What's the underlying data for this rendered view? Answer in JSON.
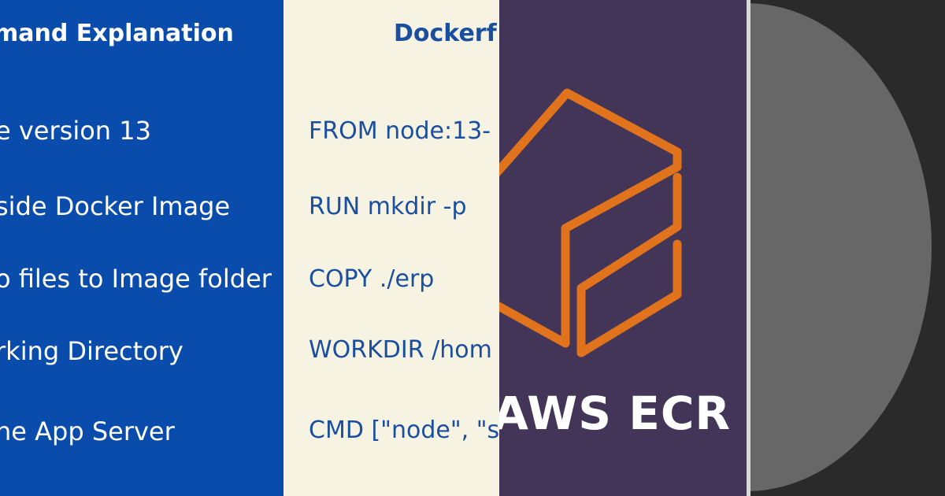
{
  "panel1": {
    "title": "mand Explanation",
    "rows": [
      "e version 13",
      "side Docker Image",
      "o files to Image folder",
      "rking Directory",
      "he App Server"
    ]
  },
  "panel2": {
    "title": "Dockerf",
    "rows": [
      "FROM node:13-",
      "RUN mkdir -p",
      "COPY    ./erp",
      "WORKDIR /hom",
      "CMD [\"node\", \"s"
    ]
  },
  "panel3": {
    "label": "AWS ECR",
    "logo_icon": "aws-ecr-cube-icon",
    "logo_color": "#e0731c"
  },
  "colors": {
    "blue_panel": "#0a4cac",
    "cream_panel": "#f7f3e3",
    "purple_panel": "#423557",
    "dark_panel": "#2a2a2a",
    "disc": "#676767"
  }
}
